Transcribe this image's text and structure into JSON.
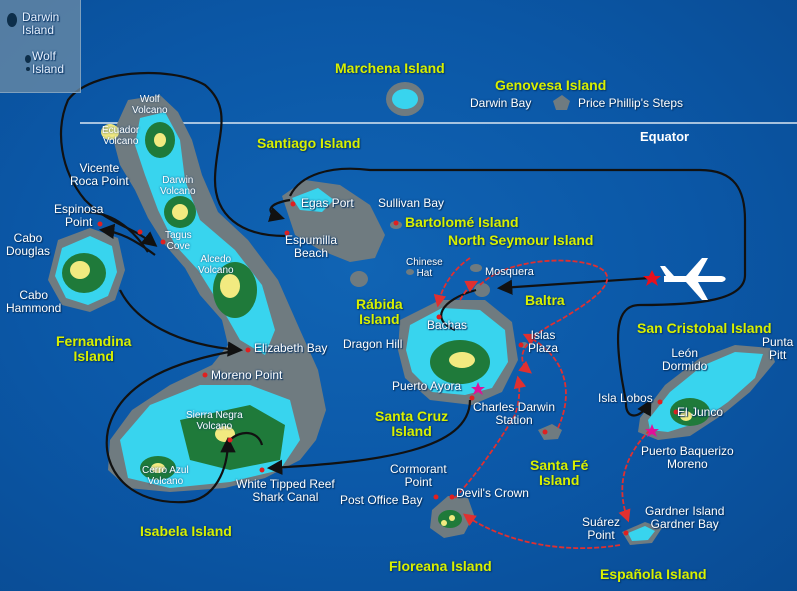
{
  "inset": {
    "darwin": "Darwin\nIsland",
    "wolf": "Wolf\nIsland"
  },
  "equator": "Equator",
  "islands": {
    "marchena": "Marchena Island",
    "genovesa": "Genovesa Island",
    "santiago": "Santiago Island",
    "bartolome": "Bartolomé Island",
    "north_seymour": "North Seymour Island",
    "rabida": "Rábida\nIsland",
    "baltra": "Baltra",
    "fernandina": "Fernandina\nIsland",
    "isabela": "Isabela Island",
    "santa_cruz": "Santa Cruz\nIsland",
    "santa_fe": "Santa Fé\nIsland",
    "san_cristobal": "San Cristobal Island",
    "floreana": "Floreana Island",
    "espanola": "Española Island"
  },
  "sites": {
    "darwin_bay": "Darwin Bay",
    "price_phillips_steps": "Price Phillip's Steps",
    "egas_port": "Egas Port",
    "sullivan_bay": "Sullivan Bay",
    "espumilla_beach": "Espumilla\nBeach",
    "chinese_hat": "Chinese\nHat",
    "mosquera": "Mosquera",
    "bachas": "Bachas",
    "dragon_hill": "Dragon Hill",
    "islas_plaza": "Islas\nPlaza",
    "puerto_ayora": "Puerto Ayora",
    "charles_darwin_station": "Charles Darwin\nStation",
    "vicente_roca_point": "Vicente\nRoca Point",
    "espinosa_point": "Espinosa\nPoint",
    "cabo_douglas": "Cabo\nDouglas",
    "cabo_hammond": "Cabo\nHammond",
    "tagus_cove": "Tagus\nCove",
    "elizabeth_bay": "Elizabeth Bay",
    "moreno_point": "Moreno Point",
    "white_tipped_reef": "White Tipped Reef\nShark Canal",
    "cormorant_point": "Cormorant\nPoint",
    "post_office_bay": "Post Office Bay",
    "devils_crown": "Devil's Crown",
    "leon_dormido": "León\nDormido",
    "punta_pitt": "Punta\nPitt",
    "isla_lobos": "Isla Lobos",
    "el_junco": "El Junco",
    "puerto_baquerizo_moreno": "Puerto Baquerizo\nMoreno",
    "gardner_island": "Gardner Island\nGardner Bay",
    "suarez_point": "Suárez\nPoint"
  },
  "volcanoes": {
    "wolf": "Wolf\nVolcano",
    "ecuador": "Ecuador\nVolcano",
    "darwin": "Darwin\nVolcano",
    "alcedo": "Alcedo\nVolcano",
    "sierra_negra": "Sierra Negra\nVolcano",
    "cerro_azul": "Cerro Azul\nVolcano"
  },
  "colors": {
    "ocean": "#0b57a6",
    "island_rock": "#6f7b80",
    "coast_cyan": "#38d4ee",
    "vegetation": "#1f7a3a",
    "highland": "#f2ea80",
    "island_label": "#d8f000",
    "route_black": "#111111",
    "route_red": "#e03030",
    "marker_pink": "#e0109a"
  },
  "icons": {
    "airport": "airplane-icon",
    "arrival": "red-star-icon",
    "ports": "pink-star-icon"
  }
}
